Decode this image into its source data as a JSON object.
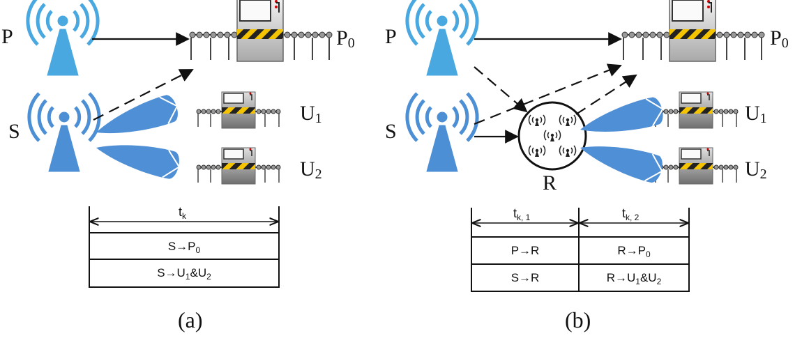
{
  "panel_a": {
    "caption": "(a)",
    "nodes": {
      "primary": "P",
      "secondary": "S",
      "primary_receiver": "P",
      "primary_receiver_sub": "0",
      "user1": "U",
      "user1_sub": "1",
      "user2": "U",
      "user2_sub": "2"
    },
    "timeline": {
      "label": "t",
      "label_sub": "k"
    },
    "table": {
      "row1": {
        "from": "S",
        "arrow": "→",
        "to": "P",
        "to_sub": "0"
      },
      "row2": {
        "from": "S",
        "arrow": "→",
        "to": "U",
        "to_sub": "1",
        "mid": "&U",
        "mid_sub": "2"
      }
    }
  },
  "panel_b": {
    "caption": "(b)",
    "nodes": {
      "primary": "P",
      "secondary": "S",
      "relay": "R",
      "primary_receiver": "P",
      "primary_receiver_sub": "0",
      "user1": "U",
      "user1_sub": "1",
      "user2": "U",
      "user2_sub": "2"
    },
    "timeline": {
      "label1": "t",
      "label1_sub": "k, 1",
      "label2": "t",
      "label2_sub": "k, 2"
    },
    "table": {
      "r1c1": {
        "from": "P",
        "arrow": "→",
        "to": "R"
      },
      "r1c2": {
        "from": "R",
        "arrow": "→",
        "to": "P",
        "to_sub": "0"
      },
      "r2c1": {
        "from": "S",
        "arrow": "→",
        "to": "R"
      },
      "r2c2": {
        "from": "R",
        "arrow": "→",
        "to": "U",
        "to_sub": "1",
        "mid": "&U",
        "mid_sub": "2"
      }
    }
  },
  "colors": {
    "antenna": "#4aa8e0",
    "antenna_s": "#4d8fd4",
    "beam": "#4f8fd6",
    "hazard_yellow": "#f5c400",
    "machine_gray": "#c9c9c9",
    "line": "#111111"
  }
}
